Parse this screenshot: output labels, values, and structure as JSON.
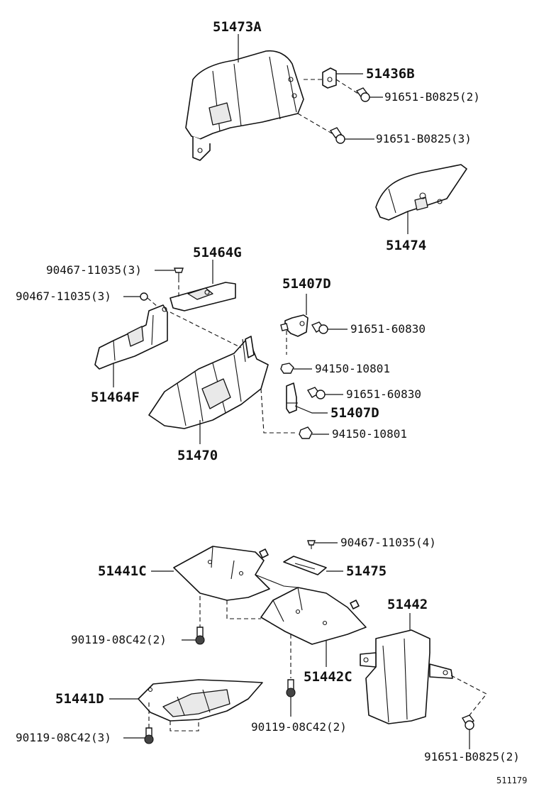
{
  "labels": {
    "p51473A": "51473A",
    "p51436B": "51436B",
    "p91651_B0825_2_top": "91651-B0825(2)",
    "p91651_B0825_3": "91651-B0825(3)",
    "p51474": "51474",
    "p51464G": "51464G",
    "p90467_11035_3_a": "90467-11035(3)",
    "p90467_11035_3_b": "90467-11035(3)",
    "p51407D_top": "51407D",
    "p91651_60830_a": "91651-60830",
    "p94150_10801_a": "94150-10801",
    "p91651_60830_b": "91651-60830",
    "p51407D_bottom": "51407D",
    "p94150_10801_b": "94150-10801",
    "p51464F": "51464F",
    "p51470": "51470",
    "p90467_11035_4": "90467-11035(4)",
    "p51441C": "51441C",
    "p51475": "51475",
    "p51442": "51442",
    "p90119_08C42_2_left": "90119-08C42(2)",
    "p51442C": "51442C",
    "p51441D": "51441D",
    "p90119_08C42_2_mid": "90119-08C42(2)",
    "p90119_08C42_3": "90119-08C42(3)",
    "p91651_B0825_2_bottom": "91651-B0825(2)"
  },
  "diagram_code": "511179"
}
